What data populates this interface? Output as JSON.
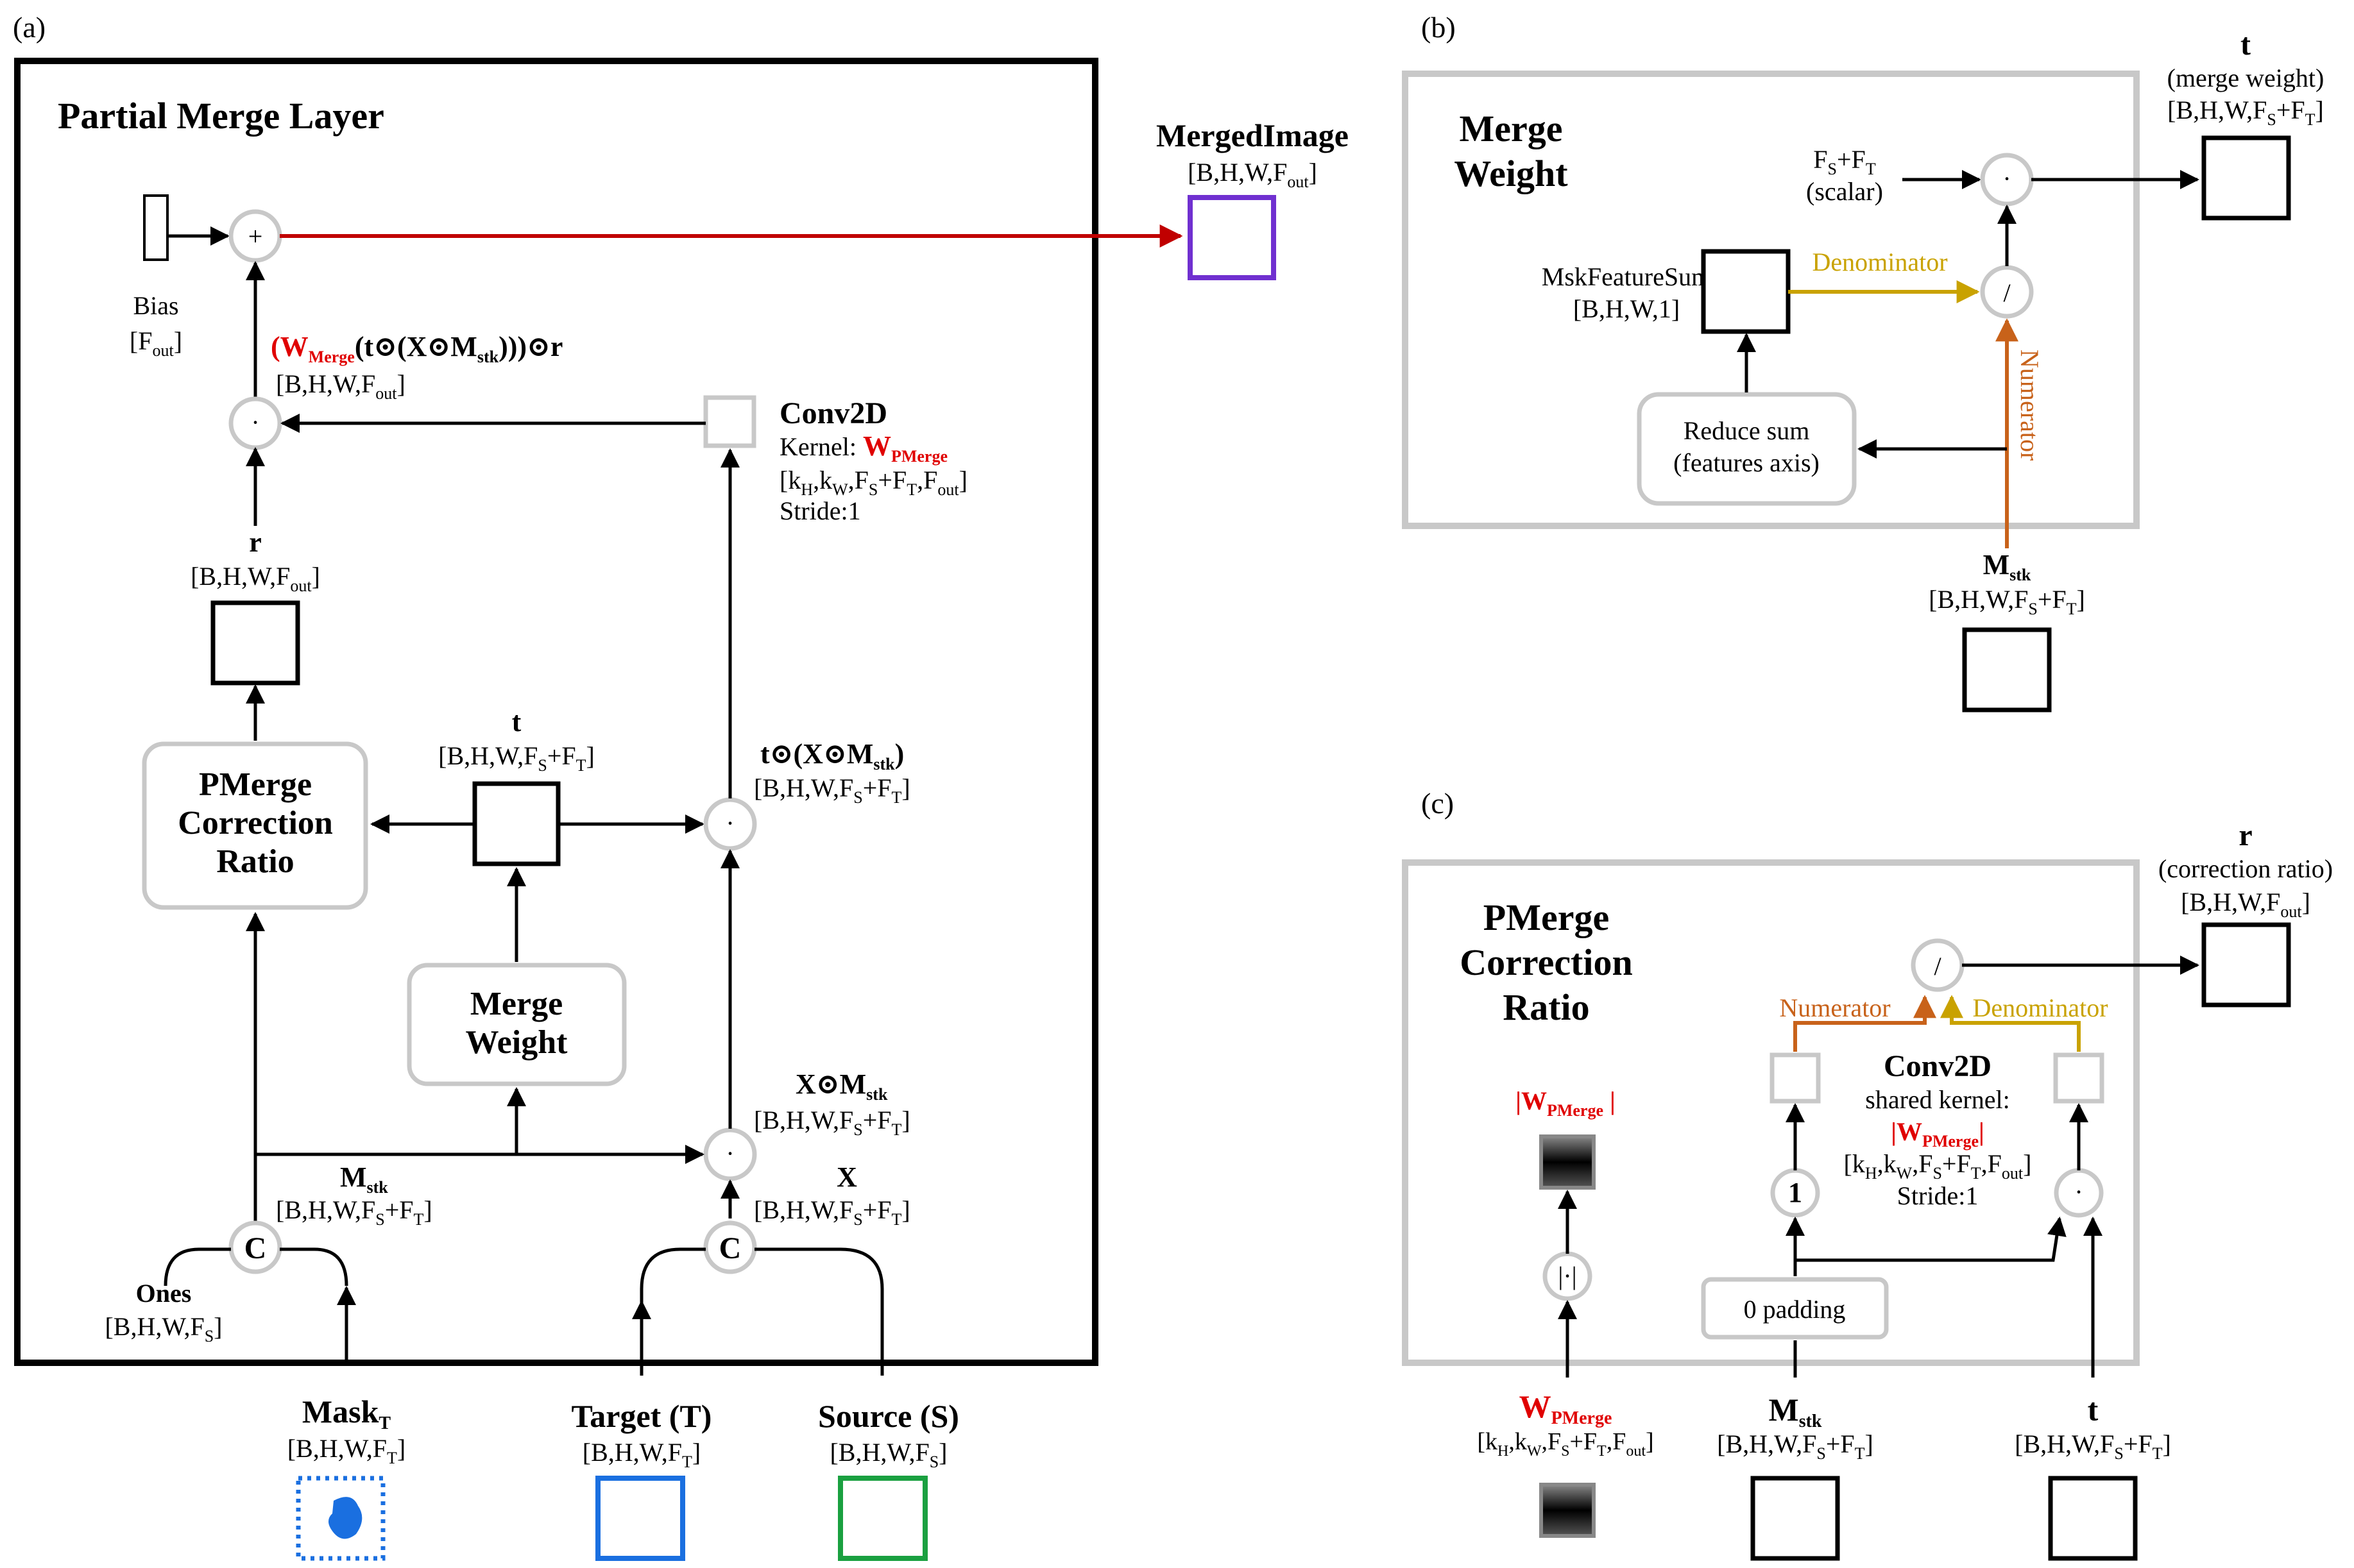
{
  "panel_a": {
    "letter": "(a)",
    "title": "Partial Merge Layer",
    "bias_label": "Bias",
    "bias_shape": "[F",
    "bias_shape_sub": "out",
    "bias_shape_end": "]",
    "plus": "+",
    "dot": "·",
    "merged": {
      "title": "MergedImage",
      "shape": "[B,H,W,F",
      "sub": "out",
      "end": "]"
    },
    "expr": {
      "p1": "(W",
      "sub": "Merge",
      "p2": "(t⊙(X⊙M",
      "sub2": "stk",
      "p3": ")))⊙r",
      "shape": "[B,H,W,F",
      "shape_sub": "out",
      "shape_end": "]"
    },
    "conv": {
      "title": "Conv2D",
      "kernel": "Kernel: ",
      "w": "W",
      "w_sub": "PMerge",
      "shape": "[k",
      "s1": "H",
      "c1": ",k",
      "s2": "W",
      "c2": ",F",
      "s3": "S",
      "c3": "+F",
      "s4": "T",
      "c4": ",F",
      "s5": "out",
      "c5": "]",
      "stride": "Stride:1"
    },
    "r": {
      "name": "r",
      "shape": "[B,H,W,F",
      "sub": "out",
      "end": "]"
    },
    "pmerge_box": [
      "PMerge",
      "Correction",
      "Ratio"
    ],
    "t": {
      "name": "t",
      "shape": "[B,H,W,F",
      "s1": "S",
      "mid": "+F",
      "s2": "T",
      "end": "]"
    },
    "tx": {
      "name1": "t⊙(X⊙M",
      "sub": "stk",
      "name2": ")",
      "shape": "[B,H,W,F",
      "s1": "S",
      "mid": "+F",
      "s2": "T",
      "end": "]"
    },
    "merge_weight_box": [
      "Merge",
      "Weight"
    ],
    "xm": {
      "name1": "X⊙M",
      "sub": "stk",
      "shape": "[B,H,W,F",
      "s1": "S",
      "mid": "+F",
      "s2": "T",
      "end": "]"
    },
    "mstk": {
      "name": "M",
      "sub": "stk",
      "shape": "[B,H,W,F",
      "s1": "S",
      "mid": "+F",
      "s2": "T",
      "end": "]"
    },
    "x": {
      "name": "X",
      "shape": "[B,H,W,F",
      "s1": "S",
      "mid": "+F",
      "s2": "T",
      "end": "]"
    },
    "concat": "C",
    "ones": {
      "name": "Ones",
      "shape": "[B,H,W,F",
      "sub": "S",
      "end": "]"
    },
    "mask": {
      "name": "Mask",
      "sub": "T",
      "shape": "[B,H,W,F",
      "s1": "T",
      "end": "]"
    },
    "target": {
      "name": "Target (T)",
      "shape": "[B,H,W,F",
      "s1": "T",
      "end": "]"
    },
    "source": {
      "name": "Source (S)",
      "shape": "[B,H,W,F",
      "s1": "S",
      "end": "]"
    }
  },
  "panel_b": {
    "letter": "(b)",
    "title": [
      "Merge",
      "Weight"
    ],
    "fsft": {
      "p1": "F",
      "s1": "S",
      "mid": "+F",
      "s2": "T",
      "note": "(scalar)"
    },
    "mskfeat": {
      "name": "MskFeatureSum",
      "shape": "[B,H,W,1]"
    },
    "denominator": "Denominator",
    "numerator": "Numerator",
    "div": "/",
    "dot": "·",
    "reduce": [
      "Reduce sum",
      "(features axis)"
    ],
    "t": {
      "name": "t",
      "note": "(merge weight)",
      "shape": "[B,H,W,F",
      "s1": "S",
      "mid": "+F",
      "s2": "T",
      "end": "]"
    },
    "mstk": {
      "name": "M",
      "sub": "stk",
      "shape": "[B,H,W,F",
      "s1": "S",
      "mid": "+F",
      "s2": "T",
      "end": "]"
    }
  },
  "panel_c": {
    "letter": "(c)",
    "title": [
      "PMerge",
      "Correction",
      "Ratio"
    ],
    "r": {
      "name": "r",
      "note": "(correction ratio)",
      "shape": "[B,H,W,F",
      "sub": "out",
      "end": "]"
    },
    "div": "/",
    "numerator": "Numerator",
    "denominator": "Denominator",
    "absw": {
      "p1": "|W",
      "sub": "PMerge",
      "p2": " |"
    },
    "abs_op": "|·|",
    "conv": {
      "title": "Conv2D",
      "line2": "shared kernel:",
      "w": "|W",
      "w_sub": "PMerge",
      "w_end": "|",
      "shape": "[k",
      "s1": "H",
      "c1": ",k",
      "s2": "W",
      "c2": ",F",
      "s3": "S",
      "c3": "+F",
      "s4": "T",
      "c4": ",F",
      "s5": "out",
      "c5": "]",
      "stride": "Stride:1"
    },
    "one": "1",
    "dot": "·",
    "padding": "0 padding",
    "w": {
      "p1": "W",
      "sub": "PMerge",
      "shape": "[k",
      "s1": "H",
      "c1": ",k",
      "s2": "W",
      "c2": ",F",
      "s3": "S",
      "c3": "+F",
      "s4": "T",
      "c4": ",F",
      "s5": "out",
      "c5": "]"
    },
    "mstk": {
      "name": "M",
      "sub": "stk",
      "shape": "[B,H,W,F",
      "s1": "S",
      "mid": "+F",
      "s2": "T",
      "end": "]"
    },
    "t": {
      "name": "t",
      "shape": "[B,H,W,F",
      "s1": "S",
      "mid": "+F",
      "s2": "T",
      "end": "]"
    }
  },
  "colors": {
    "red": "#e00000",
    "purple": "#7030d0",
    "blue": "#1a6fe0",
    "green": "#1aa040",
    "orange": "#c8621a",
    "gold": "#c9a200",
    "gray": "#c8c8c8"
  }
}
